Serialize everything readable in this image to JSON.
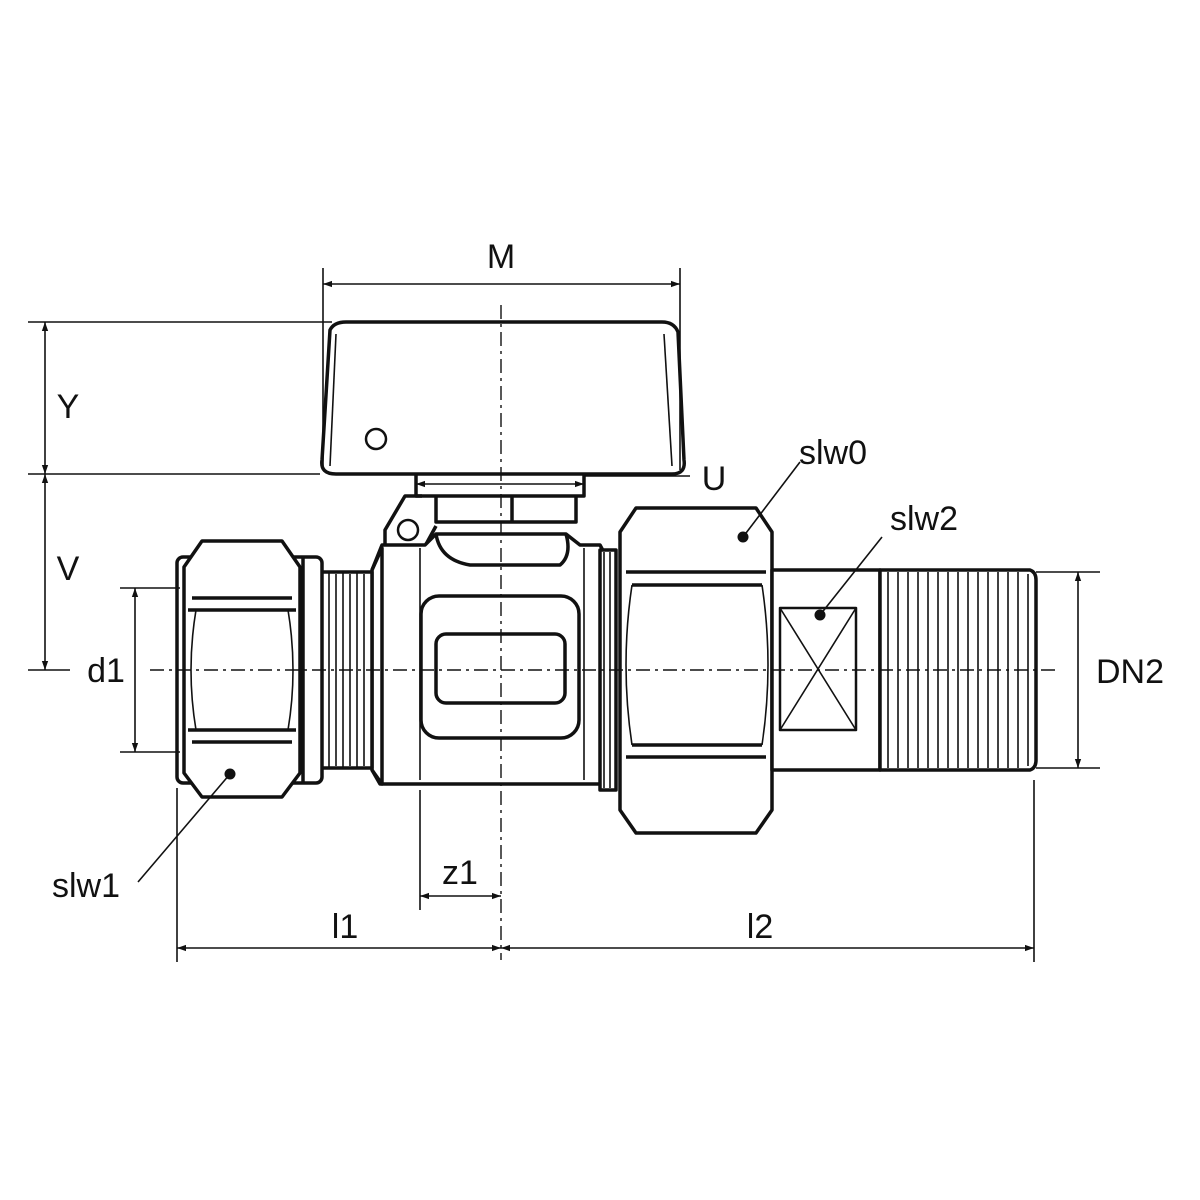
{
  "labels": {
    "M": "M",
    "Y": "Y",
    "V": "V",
    "U": "U",
    "d1": "d1",
    "DN2": "DN2",
    "z1": "z1",
    "l1": "l1",
    "l2": "l2",
    "slw0": "slw0",
    "slw1": "slw1",
    "slw2": "slw2"
  }
}
